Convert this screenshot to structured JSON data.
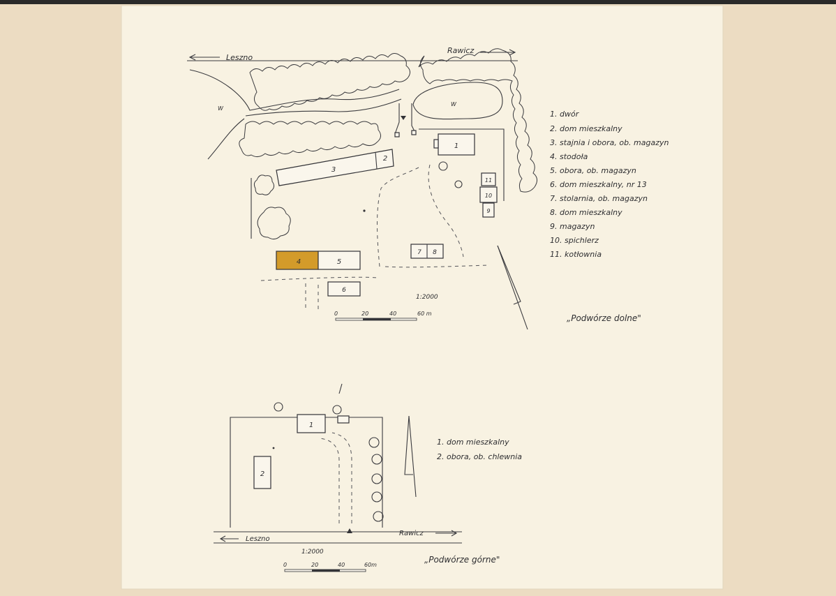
{
  "colors": {
    "backing": "#ecdcc2",
    "paper": "#f8f2e2",
    "ink": "#333337",
    "highlight": "#d39b2a"
  },
  "lower": {
    "caption": "„Podwórze dolne\"",
    "scale_text": "1:2000",
    "road_left": "Leszno",
    "road_right": "Rawicz",
    "water_left": "W",
    "water_right": "W",
    "scale_ticks": [
      "0",
      "20",
      "40",
      "60 m"
    ],
    "buildings": {
      "b1": "1",
      "b2": "2",
      "b3": "3",
      "b4": "4",
      "b5": "5",
      "b6": "6",
      "b7": "7",
      "b8": "8",
      "b9": "9",
      "b10": "10",
      "b11": "11"
    },
    "legend": [
      "1. dwór",
      "2. dom mieszkalny",
      "3. stajnia i obora, ob. magazyn",
      "4. stodoła",
      "5. obora, ob. magazyn",
      "6. dom mieszkalny, nr 13",
      "7. stolarnia, ob. magazyn",
      "8. dom mieszkalny",
      "9. magazyn",
      "10. spichlerz",
      "11. kotłownia"
    ]
  },
  "upper": {
    "caption": "„Podwórze górne\"",
    "scale_text": "1:2000",
    "road_left": "Leszno",
    "road_right": "Rawicz",
    "scale_ticks": [
      "0",
      "20",
      "40",
      "60m"
    ],
    "buildings": {
      "b1": "1",
      "b2": "2"
    },
    "legend": [
      "1. dom mieszkalny",
      "2. obora, ob. chlewnia"
    ]
  }
}
